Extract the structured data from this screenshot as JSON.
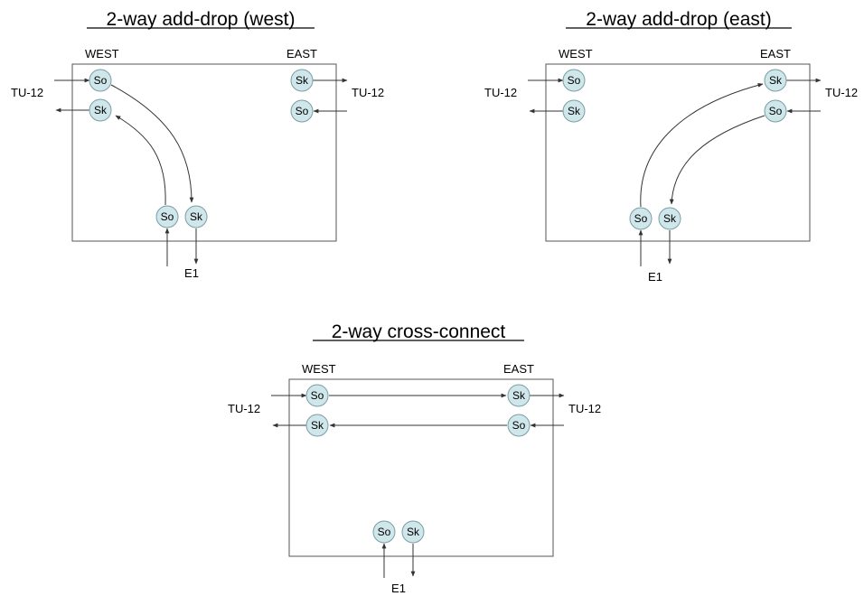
{
  "colors": {
    "node_fill": "#cfe6ea",
    "node_stroke": "#7a9ea4",
    "line": "#333333"
  },
  "diagrams": [
    {
      "title": "2-way add-drop (west)",
      "west_label": "WEST",
      "east_label": "EAST",
      "tu_left": "TU-12",
      "tu_right": "TU-12",
      "e1": "E1",
      "nodes": {
        "west_so": "So",
        "west_sk": "Sk",
        "east_sk": "Sk",
        "east_so": "So",
        "bottom_so": "So",
        "bottom_sk": "Sk"
      }
    },
    {
      "title": "2-way add-drop (east)",
      "west_label": "WEST",
      "east_label": "EAST",
      "tu_left": "TU-12",
      "tu_right": "TU-12",
      "e1": "E1",
      "nodes": {
        "west_so": "So",
        "west_sk": "Sk",
        "east_sk": "Sk",
        "east_so": "So",
        "bottom_so": "So",
        "bottom_sk": "Sk"
      }
    },
    {
      "title": "2-way cross-connect",
      "west_label": "WEST",
      "east_label": "EAST",
      "tu_left": "TU-12",
      "tu_right": "TU-12",
      "e1": "E1",
      "nodes": {
        "west_so": "So",
        "west_sk": "Sk",
        "east_sk": "Sk",
        "east_so": "So",
        "bottom_so": "So",
        "bottom_sk": "Sk"
      }
    }
  ]
}
